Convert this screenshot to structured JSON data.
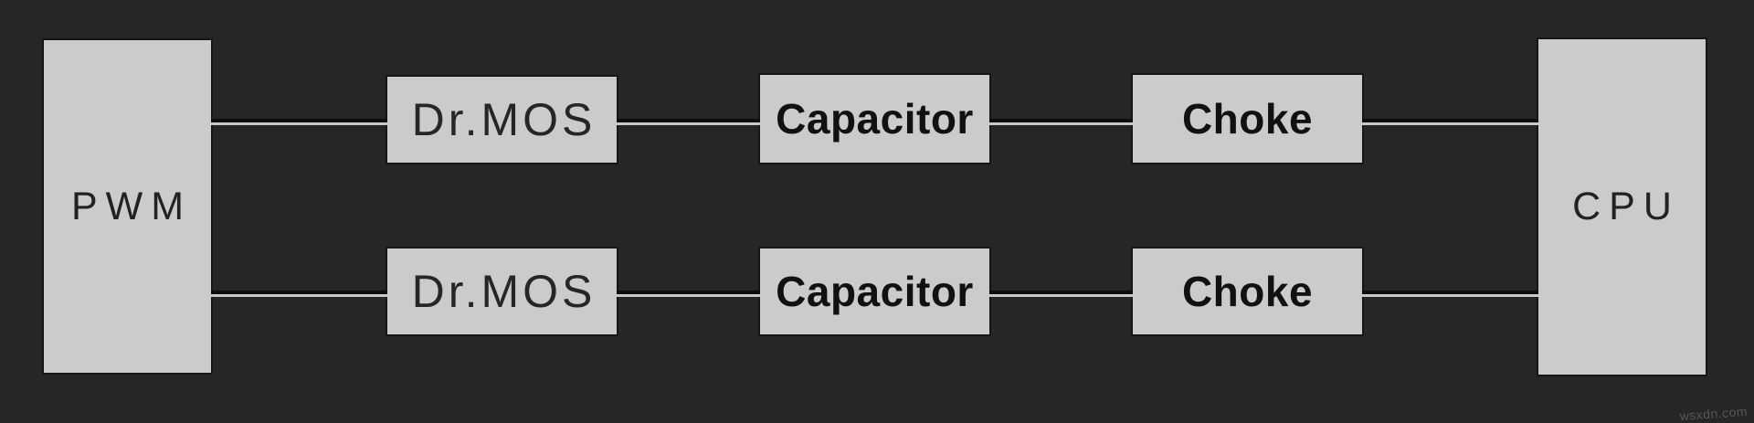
{
  "diagram": {
    "nodes": {
      "source": {
        "label": "PWM"
      },
      "sink": {
        "label": "CPU"
      }
    },
    "rows": [
      {
        "stages": [
          {
            "label": "Dr.MOS"
          },
          {
            "label": "Capacitor"
          },
          {
            "label": "Choke"
          }
        ]
      },
      {
        "stages": [
          {
            "label": "Dr.MOS"
          },
          {
            "label": "Capacitor"
          },
          {
            "label": "Choke"
          }
        ]
      }
    ],
    "colors": {
      "background": "#262626",
      "box_fill": "#cbcbcb",
      "box_border": "#161616",
      "label_dark": "#1f1f1f",
      "wire_dark": "#0d0d0d",
      "wire_light": "#c9c9c9",
      "watermark_color": "#575757"
    }
  },
  "watermark": {
    "text": "wsxdn.com"
  }
}
